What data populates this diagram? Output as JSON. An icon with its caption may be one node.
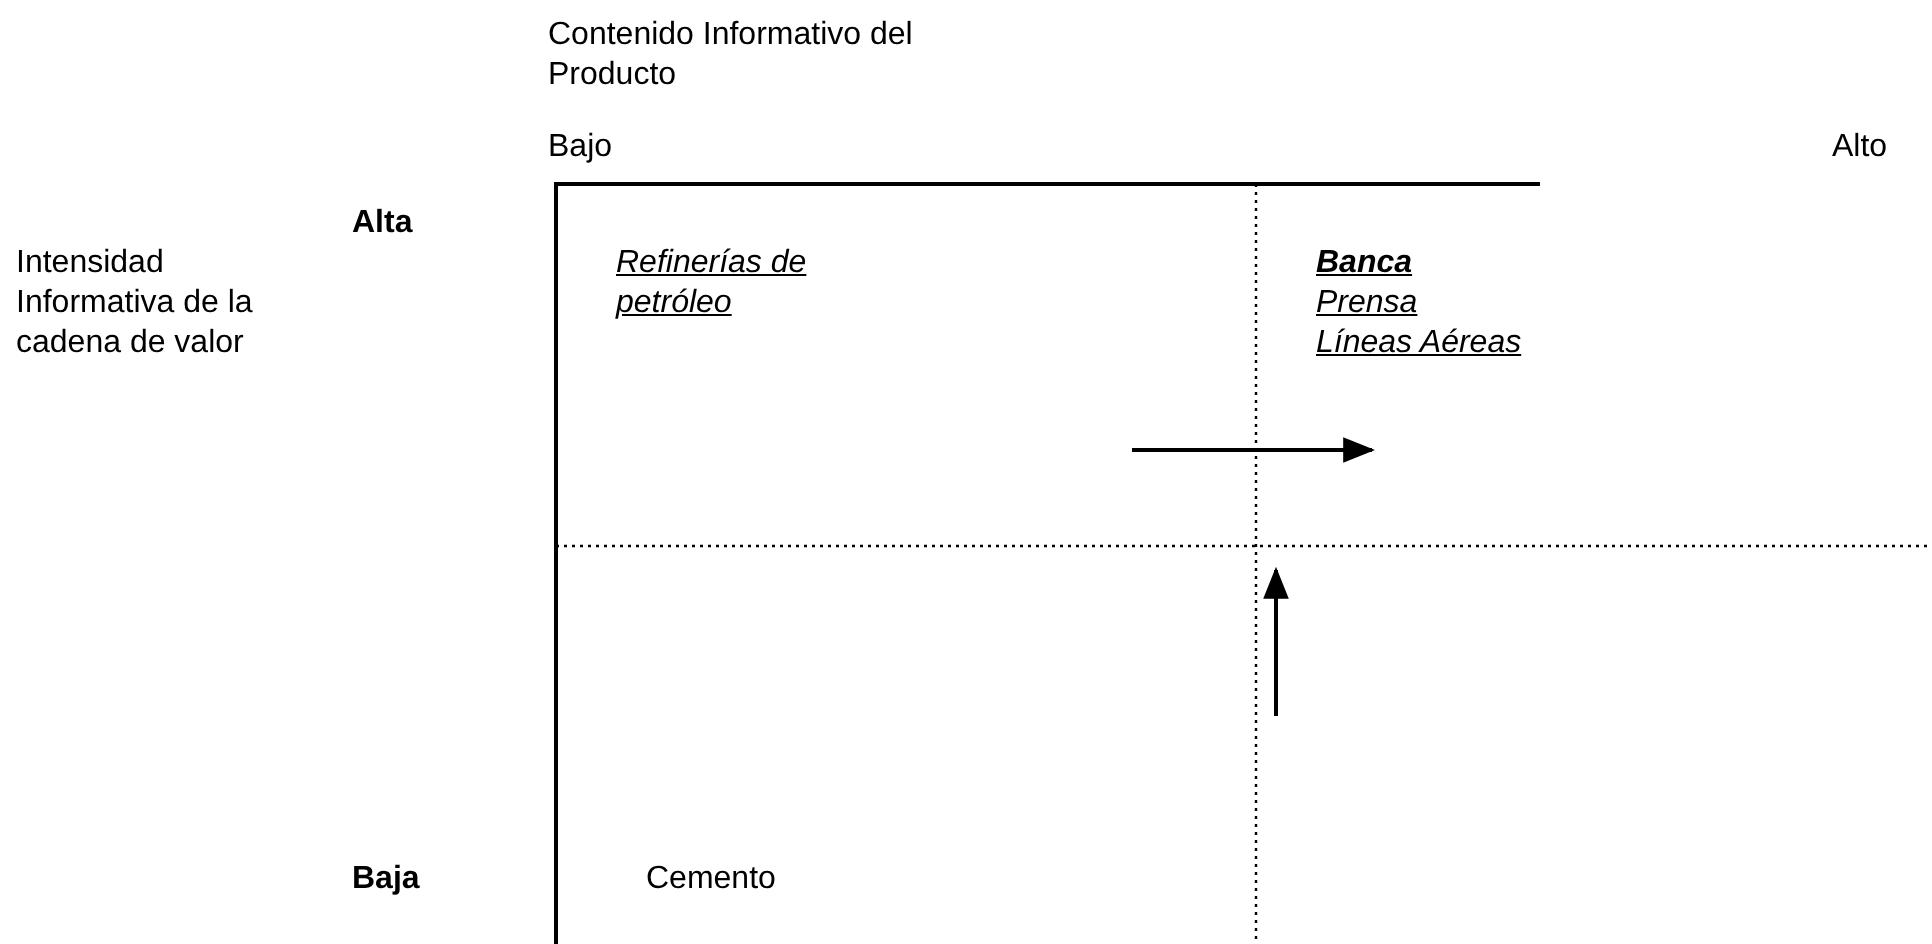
{
  "diagram": {
    "labels": [
      "Contenido Informativo del Producto",
      "Bajo",
      "Alto",
      "Alta",
      "Intensidad Informativa de la cadena de valor",
      "Refinerías de petróleo",
      "Banca",
      "Prensa",
      "Líneas Aéreas",
      "Baja",
      "Cemento"
    ]
  }
}
